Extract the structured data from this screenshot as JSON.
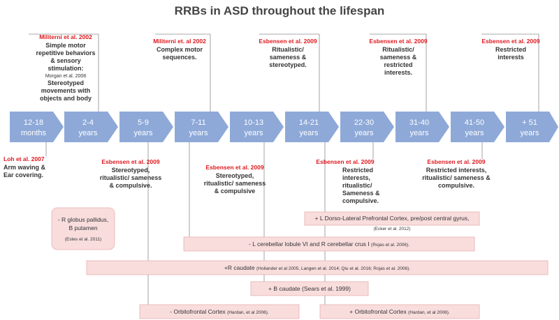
{
  "title": "RRBs in ASD throughout the lifespan",
  "colors": {
    "arrow_fill": "#8ea9d8",
    "citation": "#e0191e",
    "box_fill": "#f9dddd",
    "box_stroke": "#e8b0b0"
  },
  "stages": [
    {
      "line1": "12-18",
      "line2": "months"
    },
    {
      "line1": "2-4",
      "line2": "years"
    },
    {
      "line1": "5-9",
      "line2": "years"
    },
    {
      "line1": "7-11",
      "line2": "years"
    },
    {
      "line1": "10-13",
      "line2": "years"
    },
    {
      "line1": "14-21",
      "line2": "years"
    },
    {
      "line1": "22-30",
      "line2": "years"
    },
    {
      "line1": "31-40",
      "line2": "years"
    },
    {
      "line1": "41-50",
      "line2": "years"
    },
    {
      "line1": "+ 51",
      "line2": "years"
    }
  ],
  "top_annotations": [
    {
      "citation": "Militerni et al. 2002",
      "lines": [
        "Simple motor",
        "repetitive behaviors",
        "& sensory",
        "stimulation:"
      ],
      "sub_citation": "Morgan et al. 2008",
      "lines2": [
        "Stereotyped",
        "movements with",
        "objects and body"
      ]
    },
    {
      "citation": "Militerni et. al 2002",
      "lines": [
        "Complex motor",
        "sequences."
      ]
    },
    {
      "citation": "Esbensen et al. 2009",
      "lines": [
        "Ritualistic/",
        "sameness &",
        "stereotyped."
      ]
    },
    {
      "citation": "Esbensen et al. 2009",
      "lines": [
        "Ritualistic/",
        "sameness &",
        "restricted",
        "interests."
      ]
    },
    {
      "citation": "Esbensen et al. 2009",
      "lines": [
        "Restricted",
        "interests"
      ]
    }
  ],
  "bottom_annotations": [
    {
      "citation": "Loh et al. 2007",
      "lines": [
        "Arm waving &",
        "Ear covering."
      ]
    },
    {
      "citation": "Esbensen et al. 2009",
      "lines": [
        "Stereotyped,",
        "ritualistic/ sameness",
        "& compulsive."
      ]
    },
    {
      "citation": "Esbensen et al. 2009",
      "lines": [
        "Stereotyped,",
        "ritualistic/ sameness",
        "& compulsive"
      ]
    },
    {
      "citation": "Esbensen et al. 2009",
      "lines": [
        "Restricted",
        "interests,",
        "ritualistic/",
        "Sameness &",
        "compulsive."
      ]
    },
    {
      "citation": "Esbensen et al. 2009",
      "lines": [
        "Restricted interests,",
        "ritualistic/ sameness &",
        "compulsive."
      ]
    }
  ],
  "brain_findings": [
    {
      "prefix": "-",
      "text": "R globus pallidus,",
      "line2": "B putamen",
      "ref": "(Estes et al. 2011)"
    },
    {
      "prefix": "+",
      "text": "L Dorso-Lateral Prefrontal Cortex, pre/post central gyrus,",
      "ref": "(Ecker et al. 2012)"
    },
    {
      "prefix": "-",
      "text": "L cerebellar lobule VI and R cerebellar crus I",
      "ref": "(Rojas et al. 2006)."
    },
    {
      "prefix": "+",
      "text": "R caudate",
      "ref": "(Hollander et al 2005, Langen et al. 2014; Qiu et al. 2016; Rojas et al. 2006)."
    },
    {
      "prefix": "+",
      "text": "B caudate (Sears et al. 1999)",
      "ref": ""
    },
    {
      "prefix": "-",
      "text": "Orbitofrontal Cortex",
      "ref": "(Hardan, et al 2006)."
    },
    {
      "prefix": "+",
      "text": "Orbitofrontal Cortex",
      "ref": "(Hardan, et al 2006)."
    }
  ]
}
